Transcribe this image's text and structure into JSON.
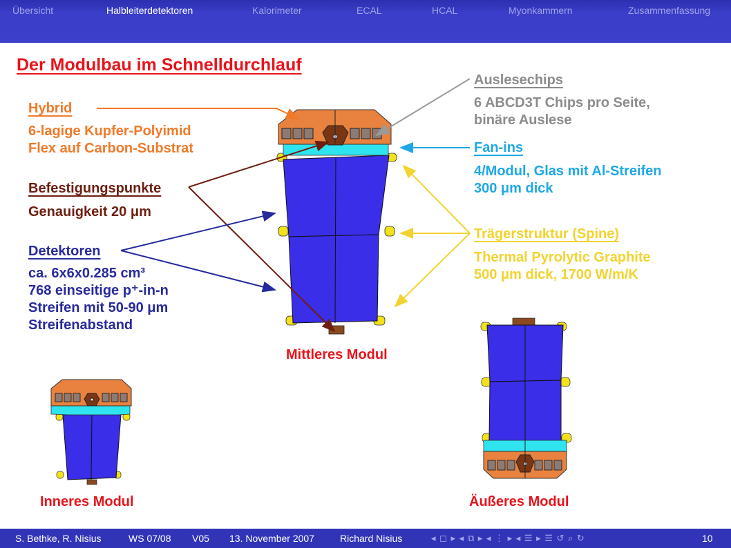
{
  "nav": {
    "items": [
      "Übersicht",
      "Halbleiterdetektoren",
      "Kalorimeter",
      "ECAL",
      "HCAL",
      "Myonkammern",
      "Zusammenfassung"
    ],
    "active": "Halbleiterdetektoren"
  },
  "slide": {
    "title": "Der Modulbau im Schnelldurchlauf",
    "hybrid": {
      "heading": "Hybrid",
      "line1": "6-lagige Kupfer-Polyimid",
      "line2": "Flex auf Carbon-Substrat"
    },
    "befestigung": {
      "heading": "Befestigungspunkte",
      "line1": "Genauigkeit 20 μm"
    },
    "detektoren": {
      "heading": "Detektoren",
      "line1": "ca. 6x6x0.285 cm³",
      "line2": "768 einseitige p⁺-in-n",
      "line3": "Streifen mit 50-90 μm",
      "line4": "Streifenabstand"
    },
    "auslesechips": {
      "heading": "Auslesechips",
      "line1": "6 ABCD3T Chips pro Seite,",
      "line2": "binäre Auslese"
    },
    "fanins": {
      "heading": "Fan-ins",
      "line1": "4/Modul, Glas mit Al-Streifen",
      "line2": "300 μm dick"
    },
    "spine": {
      "heading": "Trägerstruktur (Spine)",
      "line1": "Thermal Pyrolytic Graphite",
      "line2": "500 μm dick, 1700 W/m/K"
    },
    "captions": {
      "middle": "Mittleres Modul",
      "inner": "Inneres Modul",
      "outer": "Äußeres Modul"
    }
  },
  "footer": {
    "authors": "S. Bethke, R. Nisius",
    "semester": "WS 07/08",
    "lecture": "V05",
    "date": "13. November 2007",
    "presenter": "Richard Nisius",
    "nav_symbols": "◂ ◻ ▸ ◂ ⧉ ▸ ◂ ⋮ ▸ ◂ ☰ ▸   ☰   ↺ ⌕ ↻",
    "page": "10"
  },
  "colors": {
    "title_red": "#e8131b",
    "hybrid_orange": "#f07a2a",
    "befestigung_brown": "#6e1e10",
    "detektor_navy": "#262a9e",
    "chips_gray": "#8c8c8c",
    "fanin_cyan": "#1ea8e6",
    "spine_yellow": "#f2d330",
    "sensor_blue": "#3a2ee8",
    "bar_blue": "#3234b8"
  }
}
